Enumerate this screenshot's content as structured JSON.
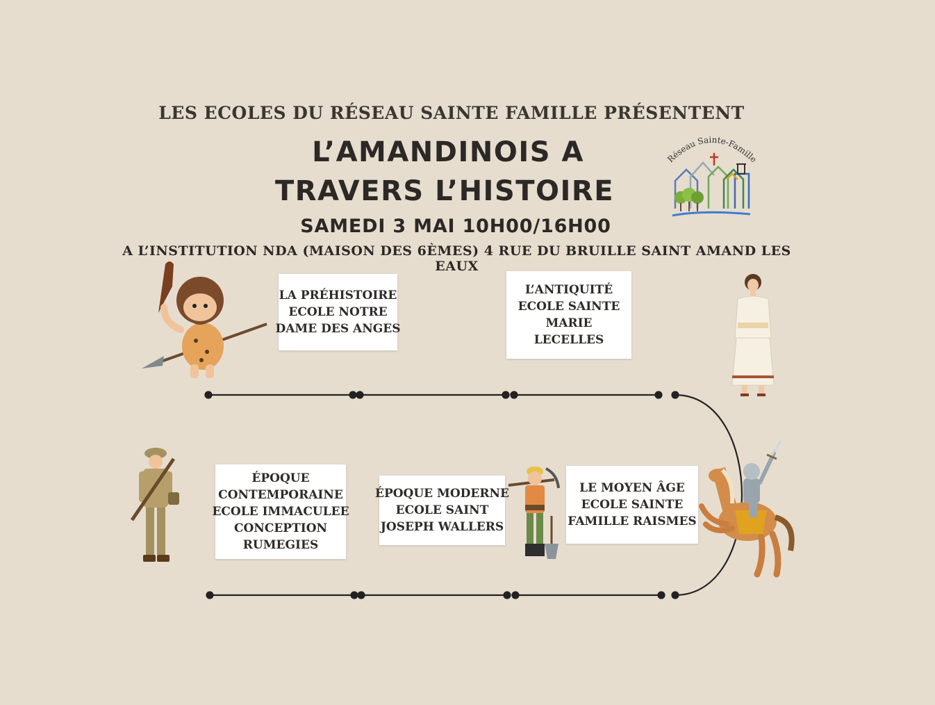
{
  "header": {
    "presenters": "LES ECOLES DU RÉSEAU SAINTE FAMILLE  PRÉSENTENT",
    "title_line1": "L’AMANDINOIS A",
    "title_line2": "TRAVERS L’HISTOIRE",
    "date": "SAMEDI 3 MAI 10H00/16H00",
    "address": "A L’INSTITUTION NDA (MAISON DES 6ÈMES) 4 RUE DU BRUILLE SAINT AMAND LES EAUX"
  },
  "logo": {
    "text": "Réseau Sainte-Famille",
    "icon": "network-houses-logo"
  },
  "periods": [
    {
      "lines": [
        "LA PRÉHISTOIRE",
        "ECOLE NOTRE",
        "DAME DES ANGES"
      ]
    },
    {
      "lines": [
        "L’ANTIQUITÉ",
        "ECOLE SAINTE",
        "MARIE",
        "LECELLES"
      ]
    },
    {
      "lines": [
        "LE MOYEN ÂGE",
        "ECOLE SAINTE",
        "FAMILLE RAISMES"
      ]
    },
    {
      "lines": [
        "ÉPOQUE MODERNE",
        "ECOLE SAINT",
        "JOSEPH WALLERS"
      ]
    },
    {
      "lines": [
        "ÉPOQUE",
        "CONTEMPORAINE",
        "ECOLE IMMACULEE",
        "CONCEPTION",
        "RUMEGIES"
      ]
    }
  ],
  "figures": {
    "prehistory": "caveman-icon",
    "antiquity": "roman-woman-icon",
    "middle_ages": "knight-on-horse-icon",
    "modern": "miner-icon",
    "contemporary": "soldier-icon"
  },
  "colors": {
    "background": "#e6ddcf",
    "text": "#2f2b27",
    "box": "#ffffff",
    "timeline": "#222222"
  }
}
